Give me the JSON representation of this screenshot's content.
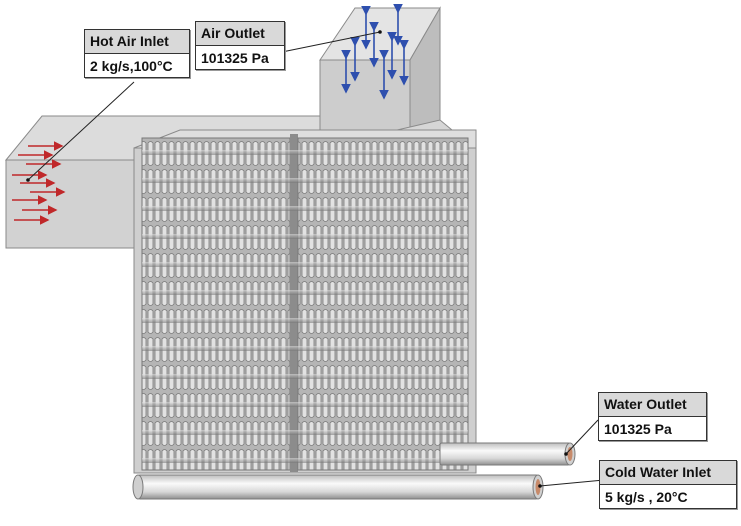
{
  "callouts": {
    "hot_air_inlet": {
      "title": "Hot Air Inlet",
      "value": "2 kg/s,100°C"
    },
    "air_outlet": {
      "title": "Air Outlet",
      "value": "101325 Pa"
    },
    "water_outlet": {
      "title": "Water Outlet",
      "value": "101325 Pa"
    },
    "cold_water_inlet": {
      "title": "Cold Water Inlet",
      "value": "5 kg/s , 20°C"
    }
  },
  "colors": {
    "housing": "#d0d0d0",
    "fin": "#a9a9a9",
    "inlet_arrow": "#c0282a",
    "outlet_arrow": "#2e4fae",
    "pipe": "#e6e6e6"
  }
}
